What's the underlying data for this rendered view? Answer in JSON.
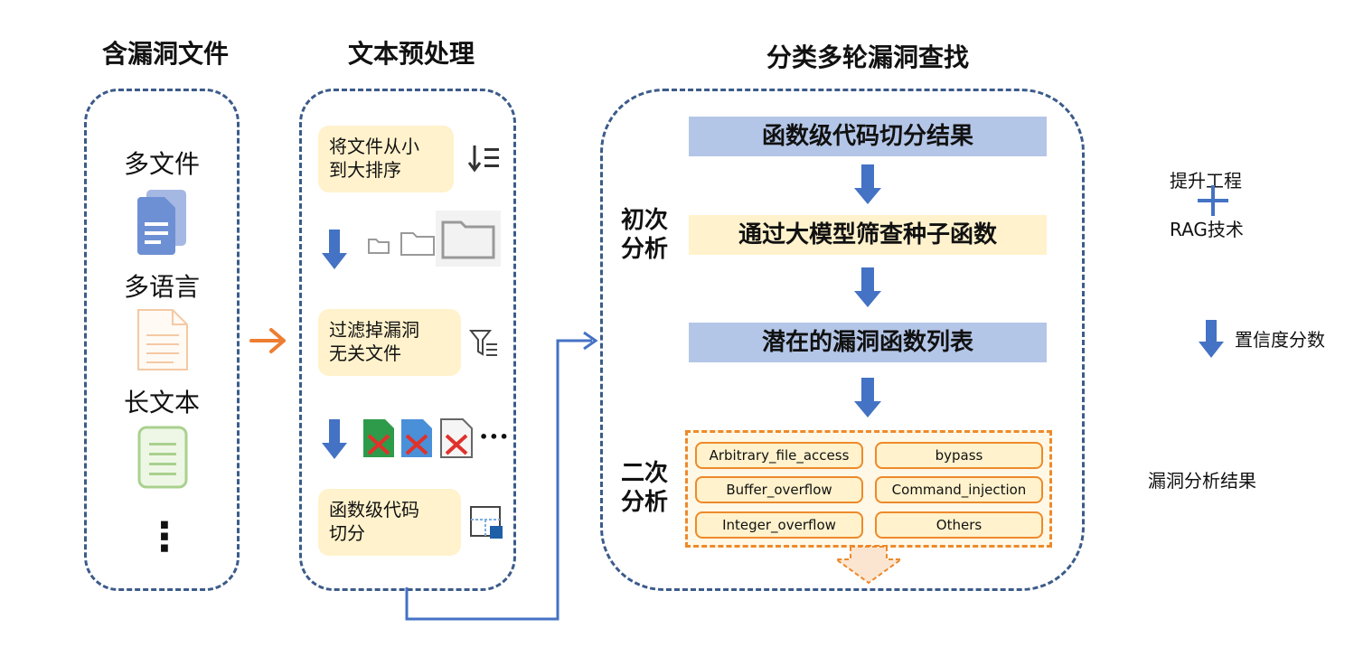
{
  "columns": {
    "input": {
      "title": "含漏洞文件",
      "items": [
        "多文件",
        "多语言",
        "长文本"
      ],
      "ellipsis": "⋮"
    },
    "preprocess": {
      "title": "文本预处理",
      "steps": [
        "将文件从小\n到大排序",
        "过滤掉漏洞\n无关文件",
        "函数级代码\n切分"
      ],
      "more_marker": "•••"
    },
    "analysis": {
      "title": "分类多轮漏洞查找",
      "bars": [
        "函数级代码切分结果",
        "通过大模型筛查种子函数",
        "潜在的漏洞函数列表"
      ],
      "stage1": "初次\n分析",
      "stage2": "二次\n分析",
      "categories": [
        "Arbitrary_file_access",
        "bypass",
        "Buffer_overflow",
        "Command_injection",
        "Integer_overflow",
        "Others"
      ]
    }
  },
  "legend": {
    "plus_top": "提升工程",
    "plus_bottom": "RAG技术",
    "arrow_label": "置信度分数",
    "result_label": "漏洞分析结果"
  },
  "colors": {
    "dash_border": "#3b5b8a",
    "arrow_blue": "#4472c4",
    "arrow_orange": "#ed7d31",
    "bar_blue": "#b4c6e7",
    "bar_yellow": "#fff2cc",
    "result_orange": "#ed8a2b"
  }
}
